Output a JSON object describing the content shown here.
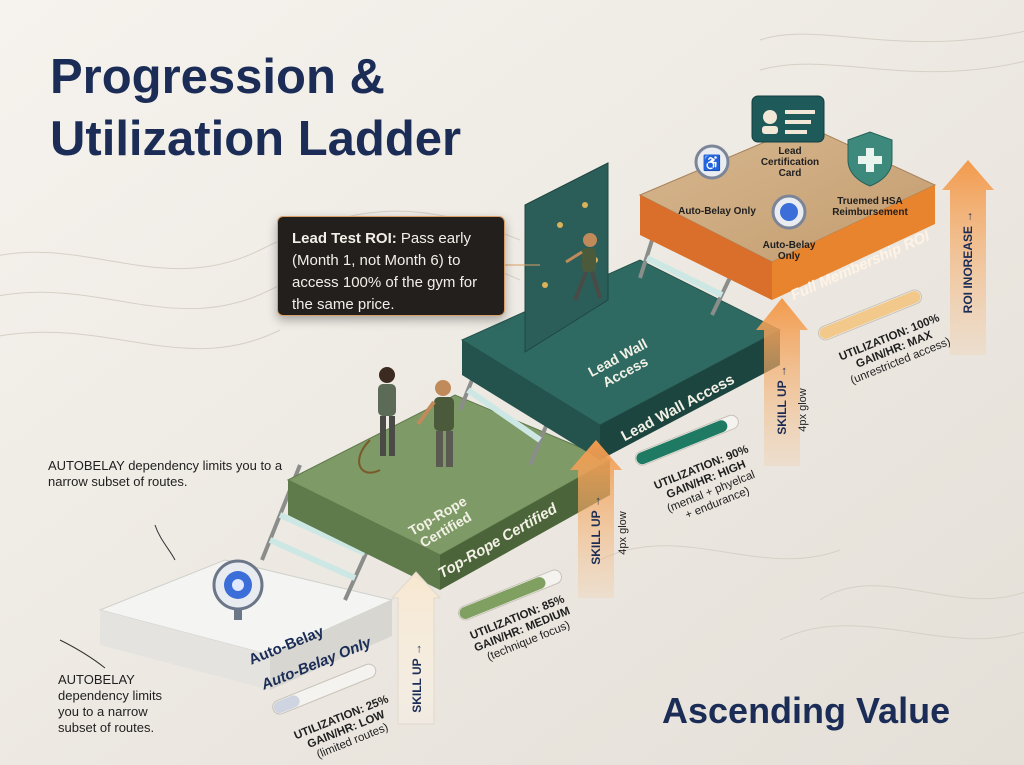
{
  "title": {
    "line1": "Progression &",
    "line2": "Utilization Ladder"
  },
  "footer_title": "Ascending Value",
  "notes": {
    "top": "AUTOBELAY dependency limits you to a narrow subset of routes.",
    "bottom": "AUTOBELAY dependency limits you to a narrow subset of routes."
  },
  "callout": {
    "label": "Lead Test ROI:",
    "text": "Pass early (Month 1, not Month 6) to access 100% of the gym for the same price."
  },
  "tiers": [
    {
      "top_label": "Auto-Belay",
      "front_label": "Auto-Belay Only",
      "util": "UTILIZATION: 25%",
      "gain": "GAIN/HR: LOW",
      "detail": "(limited routes)",
      "fill": 0.25,
      "color": "#cfd5e0"
    },
    {
      "top_label_1": "Top-Rope",
      "top_label_2": "Certified",
      "front_label": "Top-Rope Certified",
      "util": "UTILIZATION: 85%",
      "gain": "GAIN/HR: MEDIUM",
      "detail": "(technique focus)",
      "fill": 0.85,
      "color": "#7fa060"
    },
    {
      "top_label_1": "Lead Wall",
      "top_label_2": "Access",
      "front_label": "Lead Wall Access",
      "util": "UTILIZATION: 90%",
      "gain": "GAIN/HR: HIGH",
      "detail_1": "(mental + phyelcal",
      "detail_2": "+ endurance)",
      "fill": 0.9,
      "color": "#1f7a63"
    },
    {
      "front_label": "Full Membership ROI",
      "util": "UTILIZATION: 100%",
      "gain": "GAIN/HR: MAX",
      "detail": "(unrestricted access)",
      "fill": 1.0,
      "color": "#f2c98a"
    }
  ],
  "arrows": [
    {
      "label": "SKILL UP →"
    },
    {
      "label": "SKILL UP →",
      "glow": "4px glow"
    },
    {
      "label": "SKILL UP →",
      "glow": "4px glow"
    },
    {
      "label": "ROI INOREASE →"
    }
  ],
  "items": [
    {
      "label": "Auto-Belay Only"
    },
    {
      "label_1": "Lead",
      "label_2": "Certification",
      "label_3": "Card"
    },
    {
      "label_1": "Auto-Belay",
      "label_2": "Only"
    },
    {
      "label_1": "Truemed HSA",
      "label_2": "Reimbursement"
    }
  ],
  "colors": {
    "navy": "#1b2d56",
    "tier1": "#f1f1ef",
    "tier2": "#6b8a55",
    "tier3": "#2a5c56",
    "tier4": "#e07a2e",
    "arrow_orange": "#f0a860"
  }
}
